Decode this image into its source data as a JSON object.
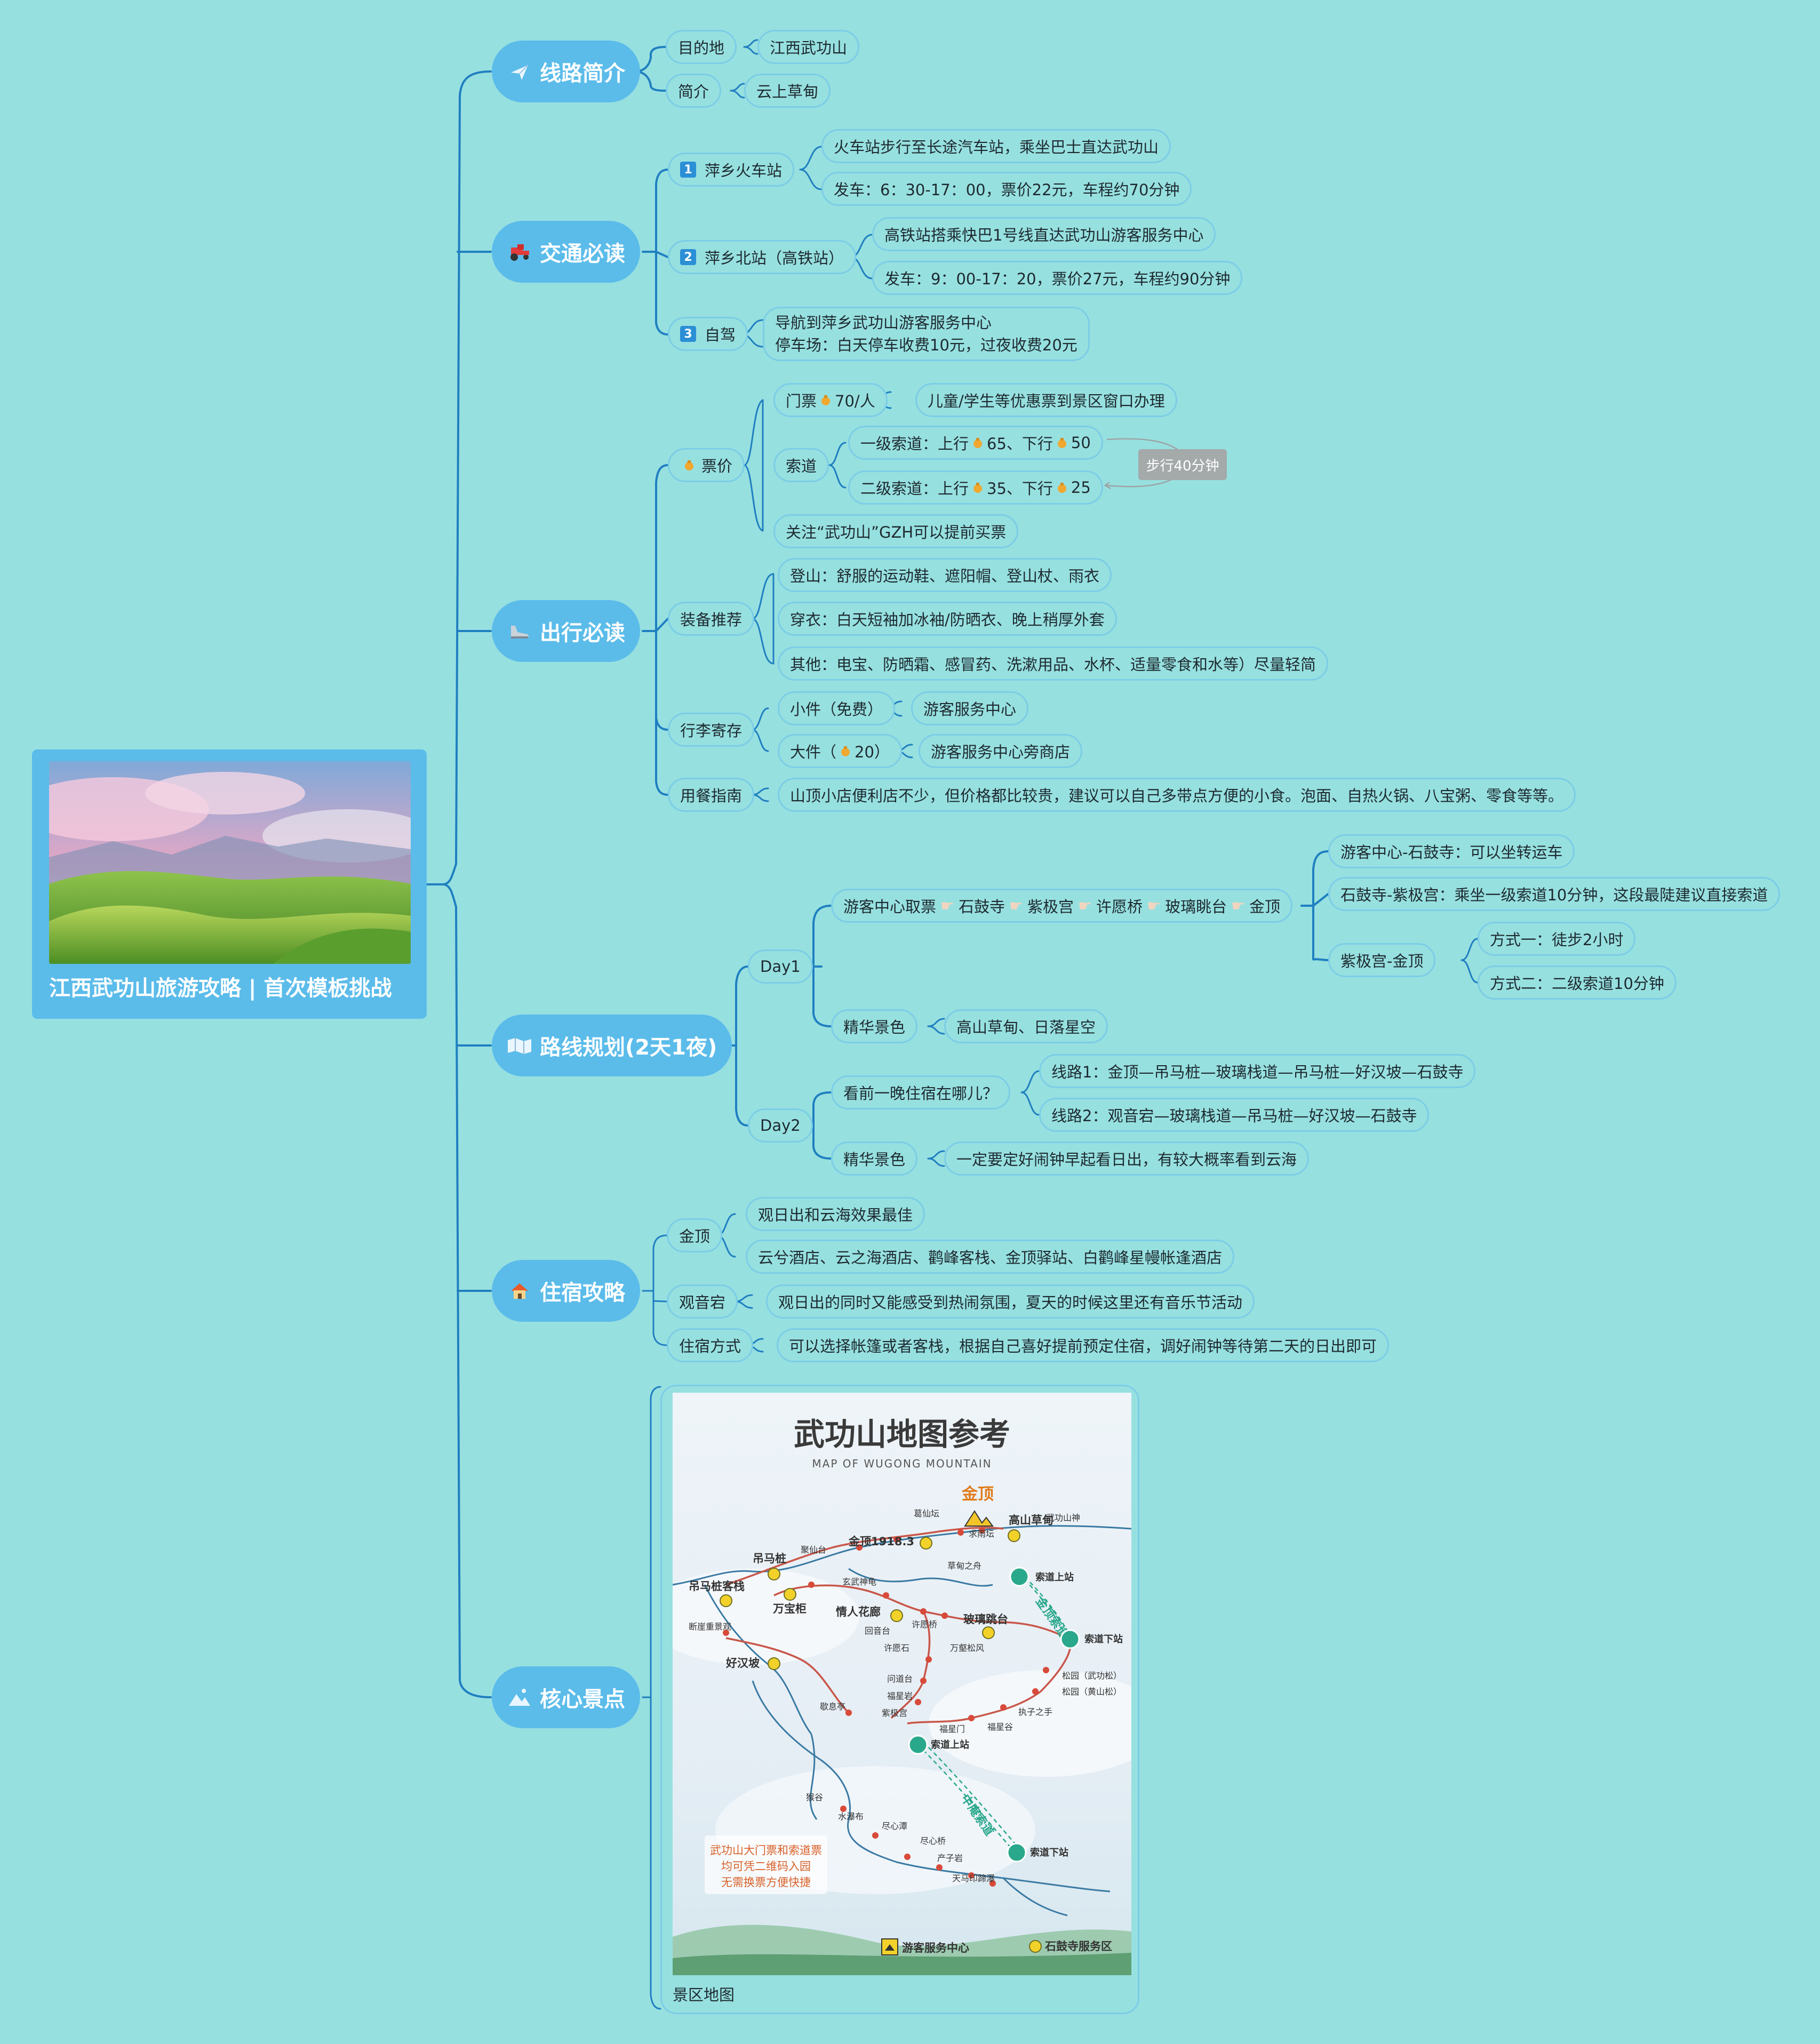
{
  "root": {
    "title": "江西武功山旅游攻略 | 首次模板挑战"
  },
  "branches": {
    "route": {
      "label": "线路简介",
      "dest_label": "目的地",
      "dest_value": "江西武功山",
      "intro_label": "简介",
      "intro_value": "云上草甸"
    },
    "traffic": {
      "label": "交通必读",
      "items": [
        {
          "num": "1",
          "label": "萍乡火车站",
          "details": [
            "火车站步行至长途汽车站，乘坐巴士直达武功山",
            "发车：6：30-17：00，票价22元，车程约70分钟"
          ]
        },
        {
          "num": "2",
          "label": "萍乡北站（高铁站）",
          "details": [
            "高铁站搭乘快巴1号线直达武功山游客服务中心",
            "发车：9：00-17：20，票价27元，车程约90分钟"
          ]
        },
        {
          "num": "3",
          "label": "自驾",
          "details": [
            "导航到萍乡武功山游客服务中心",
            "停车场：白天停车收费10元，过夜收费20元"
          ]
        }
      ]
    },
    "travel": {
      "label": "出行必读",
      "ticket_label": "票价",
      "gate_label_a": "门票",
      "gate_label_b": "70/人",
      "gate_note": "儿童/学生等优惠票到景区窗口办理",
      "cable_label": "索道",
      "cable1": [
        "一级索道：上行",
        "65、下行",
        "50"
      ],
      "cable2": [
        "二级索道：上行",
        "35、下行",
        "25"
      ],
      "walk_callout": "步行40分钟",
      "follow": "关注“武功山”GZH可以提前买票",
      "gear_label": "装备推荐",
      "gear_items": [
        "登山：舒服的运动鞋、遮阳帽、登山杖、雨衣",
        "穿衣：白天短袖加冰袖/防晒衣、晚上稍厚外套",
        "其他：电宝、防晒霜、感冒药、洗漱用品、水杯、适量零食和水等）尽量轻简"
      ],
      "luggage_label": "行李寄存",
      "small_label": "小件（免费）",
      "small_value": "游客服务中心",
      "big_label_a": "大件（",
      "big_label_b": "20）",
      "big_value": "游客服务中心旁商店",
      "meal_label": "用餐指南",
      "meal_value": "山顶小店便利店不少，但价格都比较贵，建议可以自己多带点方便的小食。泡面、自热火锅、八宝粥、零食等等。"
    },
    "plan": {
      "label": "路线规划(2天1夜)",
      "day1": {
        "label": "Day1",
        "route_stops": [
          "游客中心取票",
          "石鼓寺",
          "紫极宫",
          "许愿桥",
          "玻璃眺台",
          "金顶"
        ],
        "seg1": "游客中心-石鼓寺：可以坐转运车",
        "seg2": "石鼓寺-紫极宫：乘坐一级索道10分钟，这段最陡建议直接索道",
        "seg3_label": "紫极宫-金顶",
        "seg3_opt1": "方式一：徒步2小时",
        "seg3_opt2": "方式二：二级索道10分钟",
        "highlight_label": "精华景色",
        "highlight_value": "高山草甸、日落星空"
      },
      "day2": {
        "label": "Day2",
        "stay_label": "看前一晚住宿在哪儿？",
        "line1": "线路1：金顶—吊马桩—玻璃栈道—吊马桩—好汉坡—石鼓寺",
        "line2": "线路2：观音宕—玻璃栈道—吊马桩—好汉坡—石鼓寺",
        "highlight_label": "精华景色",
        "highlight_value": "一定要定好闹钟早起看日出，有较大概率看到云海"
      }
    },
    "stay": {
      "label": "住宿攻略",
      "jinding_label": "金顶",
      "jinding_items": [
        "观日出和云海效果最佳",
        "云兮酒店、云之海酒店、鹳峰客栈、金顶驿站、白鹳峰星幔帐逢酒店"
      ],
      "guanyin_label": "观音宕",
      "guanyin_value": "观日出的同时又能感受到热闹氛围，夏天的时候这里还有音乐节活动",
      "way_label": "住宿方式",
      "way_value": "可以选择帐篷或者客栈，根据自己喜好提前预定住宿，调好闹钟等待第二天的日出即可"
    },
    "spots": {
      "label": "核心景点",
      "map_caption": "景区地图",
      "map": {
        "title": "武功山地图参考",
        "subtitle": "MAP OF WUGONG MOUNTAIN",
        "jinding": "金顶",
        "notice": [
          "武功山大门票和索道票",
          "均可凭二维码入园",
          "无需换票方便快捷"
        ],
        "labels": {
          "gaoshan": "高山草甸",
          "jinding1918": "金顶1918.3",
          "diaomazhuang": "吊马桩",
          "diaomazhuang_inn": "吊马桩客栈",
          "wanbaogui": "万宝柜",
          "qingren": "情人花廊",
          "boli": "玻璃跳台",
          "haohanpo": "好汉坡",
          "suodao_shang1": "索道上站",
          "suodao_xia1": "索道下站",
          "suodao_shang2": "索道上站",
          "suodao_xia2": "索道下站",
          "youke": "游客服务中心",
          "shigusi": "石鼓寺服务区",
          "jinding_suodao": "金顶索道",
          "zhongan_suodao": "中庵索道",
          "gexian": "葛仙坛",
          "qiuyu": "求雨坛",
          "wugongshanshen": "武功山神",
          "juxian": "聚仙台",
          "caoding": "草甸之舟",
          "xuanwu": "玄武神龟",
          "xuyuanqiao": "许愿桥",
          "huiyintai": "回音台",
          "xuyuanshi": "许愿石",
          "wanhe": "万壑松风",
          "songyuan1": "松园（武功松）",
          "songyuan2": "松园（黄山松）",
          "zhizi": "执子之手",
          "wendao": "问道台",
          "fuxing": "福星岩",
          "ziji": "紫极宫",
          "fuxingmen": "福星门",
          "fuxinggu": "福星谷",
          "duanya": "断崖重景观",
          "xiejiao": "歇息亭",
          "hougu": "猴谷",
          "shuibu": "水瀑布",
          "jinxintan": "尽心潭",
          "jinxinqiao": "尽心桥",
          "chanzi": "产子岩",
          "tianma": "天马印蹄瀑"
        }
      }
    }
  }
}
